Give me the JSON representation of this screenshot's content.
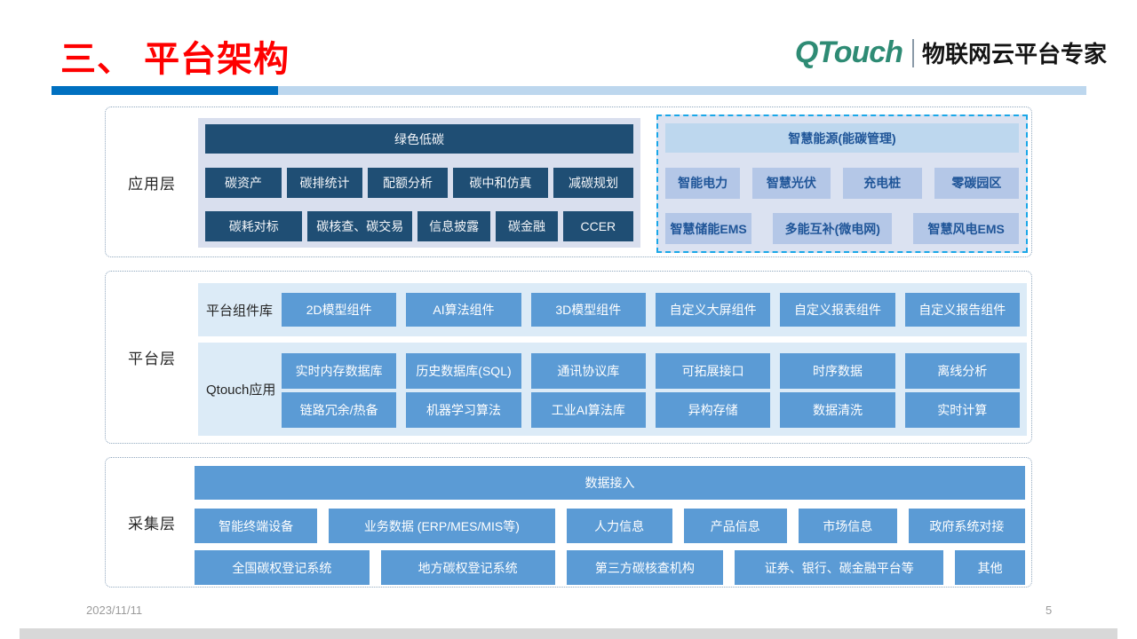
{
  "header": {
    "title": "三、 平台架构",
    "brand": "QTouch",
    "tagline": "物联网云平台专家"
  },
  "colors": {
    "title_red": "#fe0000",
    "brand_green": "#2e8b74",
    "bar_dark_blue": "#0070c0",
    "bar_light_blue": "#bdd7ee",
    "dark_navy_box": "#1f4e74",
    "mid_blue_box": "#5b9bd5",
    "light_blue_box": "#b4c7e7",
    "energy_border": "#1aa7e8"
  },
  "app_layer": {
    "label": "应用层",
    "green": {
      "header": "绿色低碳",
      "row2": [
        "碳资产",
        "碳排统计",
        "配额分析",
        "碳中和仿真",
        "减碳规划"
      ],
      "row3": [
        "碳耗对标",
        "碳核查、碳交易",
        "信息披露",
        "碳金融",
        "CCER"
      ]
    },
    "energy": {
      "header": "智慧能源(能碳管理)",
      "row2": [
        "智能电力",
        "智慧光伏",
        "充电桩",
        "零碳园区"
      ],
      "row3": [
        "智慧储能EMS",
        "多能互补(微电网)",
        "智慧风电EMS"
      ]
    }
  },
  "platform_layer": {
    "label": "平台层",
    "components": {
      "label": "平台组件库",
      "items": [
        "2D模型组件",
        "AI算法组件",
        "3D模型组件",
        "自定义大屏组件",
        "自定义报表组件",
        "自定义报告组件"
      ]
    },
    "qtouch": {
      "label": "Qtouch应用",
      "row1": [
        "实时内存数据库",
        "历史数据库(SQL)",
        "通讯协议库",
        "可拓展接口",
        "时序数据",
        "离线分析"
      ],
      "row2": [
        "链路冗余/热备",
        "机器学习算法",
        "工业AI算法库",
        "异构存储",
        "数据清洗",
        "实时计算"
      ]
    }
  },
  "collect_layer": {
    "label": "采集层",
    "header": "数据接入",
    "row2": [
      "智能终端设备",
      "业务数据 (ERP/MES/MIS等)",
      "人力信息",
      "产品信息",
      "市场信息",
      "政府系统对接"
    ],
    "row3": [
      "全国碳权登记系统",
      "地方碳权登记系统",
      "第三方碳核查机构",
      "证券、银行、碳金融平台等",
      "其他"
    ]
  },
  "footer": {
    "date": "2023/11/11",
    "page": "5"
  }
}
